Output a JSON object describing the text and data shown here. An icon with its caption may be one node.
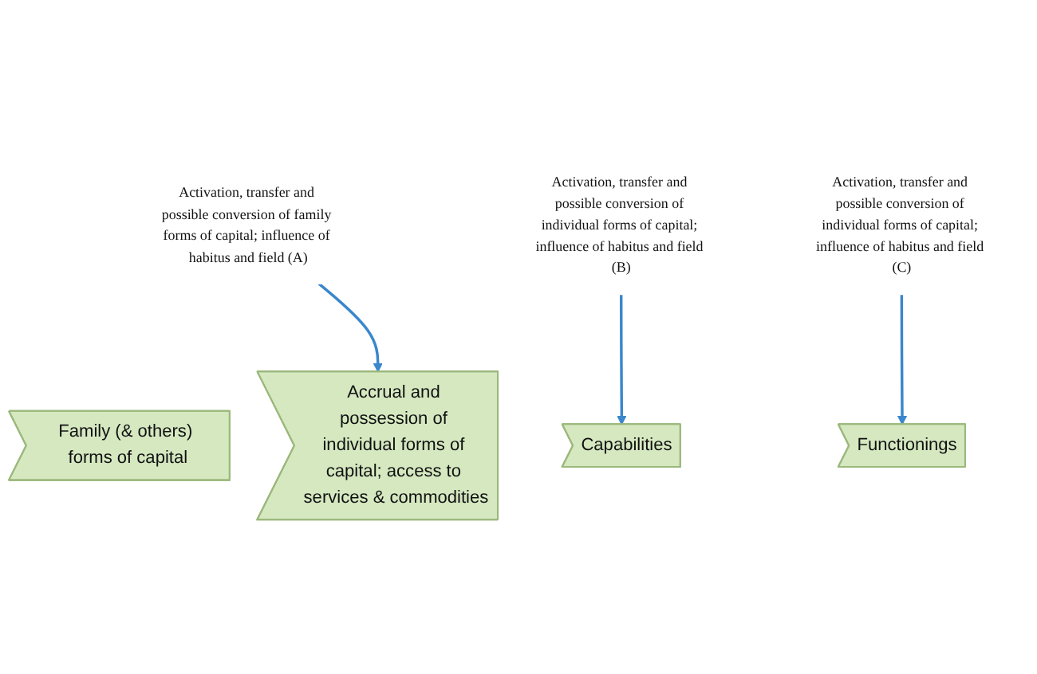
{
  "diagram": {
    "nodes": [
      {
        "text": [
          "Activation, transfer and possible conversion of family forms of capital; influence of habitus and field (A)"
        ]
      },
      {
        "text": [
          "Activation, transfer and possible conversion of individual forms of capital; influence of habitus and field (B)"
        ]
      },
      {
        "text": [
          "Activation, transfer and possible conversion of individual forms of capital; influence of habitus and field (C)"
        ]
      },
      {
        "text": [
          "Family (& others) forms of capital"
        ]
      },
      {
        "text": [
          "Accrual and possession of individual forms of capital; access to services & commodities"
        ]
      },
      {
        "text": [
          "Capabilities"
        ]
      },
      {
        "text": [
          "Functionings"
        ]
      }
    ],
    "edges": [
      {
        "from": 0,
        "to": 4,
        "arrow": "to"
      },
      {
        "from": 1,
        "to": 5,
        "arrow": "to"
      },
      {
        "from": 2,
        "to": 6,
        "arrow": "to"
      }
    ]
  }
}
